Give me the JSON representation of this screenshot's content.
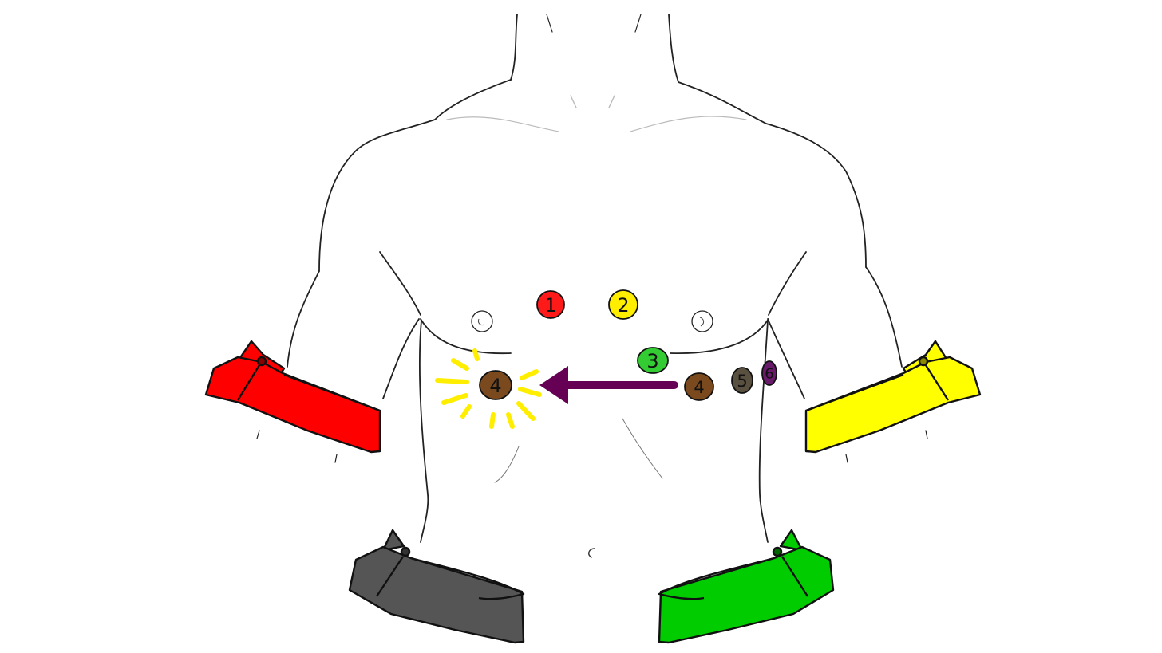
{
  "colors": {
    "ra_right_arm": "#ff0000",
    "la_left_arm": "#ffff00",
    "rl_right_leg": "#555555",
    "ll_left_leg": "#00cc00",
    "v1": "#ff1a1a",
    "v2": "#ffee00",
    "v3": "#33cc33",
    "v4": "#7a4a1e",
    "v5": "#5a5040",
    "v6": "#6a1a6a",
    "arrow": "#660055",
    "highlight": "#ffee00",
    "outline": "#111111"
  },
  "electrodes": {
    "v1": "1",
    "v2": "2",
    "v3": "3",
    "v4_correct": "4",
    "v4_misplaced": "4",
    "v5": "5",
    "v6": "6"
  }
}
